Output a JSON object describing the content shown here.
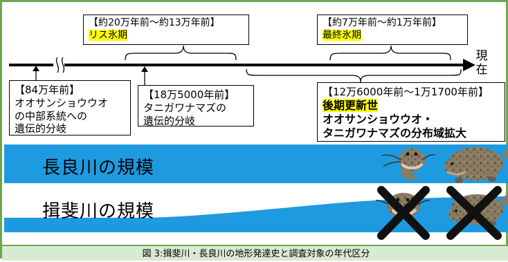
{
  "timeline": {
    "now_label": "現在"
  },
  "events": {
    "riss_glacial": {
      "range": "【約20万年前〜約13万年前】",
      "name": "リス氷期"
    },
    "last_glacial": {
      "range": "【約7万年前〜約1万年前】",
      "name": "最終氷期"
    },
    "salamander_divergence": {
      "date": "【84万年前】",
      "line1": "オオサンショウウオ",
      "line2": "の中部系統への",
      "line3": "遺伝的分岐"
    },
    "catfish_divergence": {
      "date": "【18万5000年前】",
      "line1": "タニガワナマズの",
      "line2": "遺伝的分岐"
    },
    "late_pleistocene": {
      "range": "【12万6000年前〜1万1700年前】",
      "name": "後期更新世",
      "line1": "オオサンショウウオ・",
      "line2": "タニガワナマズの分布域拡大"
    }
  },
  "rivers": {
    "nagara_label": "長良川の規模",
    "ibi_label": "揖斐川の規模"
  },
  "colors": {
    "water": "#1e9be0",
    "frame": "#6aa84f",
    "highlight": "#ffff00"
  },
  "caption": "図 3:揖斐川・長良川の地形発達史と調査対象の年代区分"
}
